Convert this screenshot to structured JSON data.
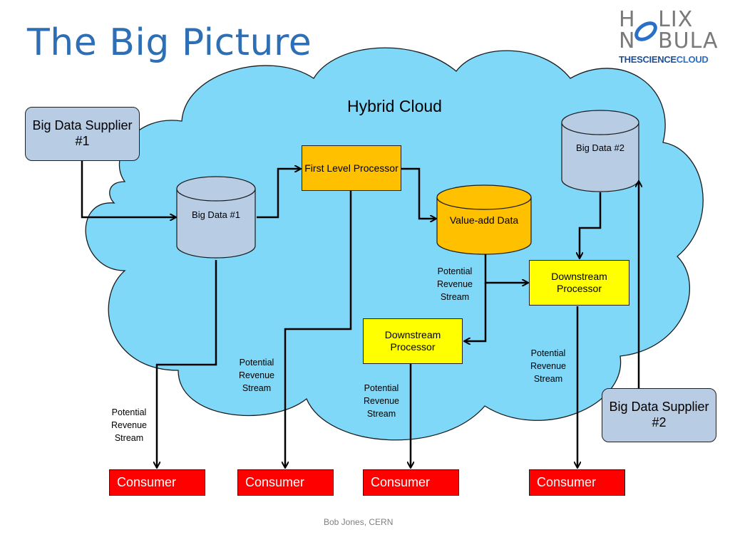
{
  "title": "The Big Picture",
  "logo": {
    "line1": "H   LIX",
    "line2": "N  BULA",
    "tagline_a": "THESCIENCE",
    "tagline_b": "CLOUD"
  },
  "cloud_label": "Hybrid Cloud",
  "suppliers": {
    "s1": "Big Data Supplier #1",
    "s2": "Big Data Supplier #2"
  },
  "stores": {
    "bigdata1": "Big Data #1",
    "bigdata2": "Big Data #2",
    "valueadd": "Value-add Data"
  },
  "processors": {
    "first_level": "First Level Processor",
    "downstream_left": "Downstream Processor",
    "downstream_right": "Downstream Processor"
  },
  "revenue_label": "Potential Revenue Stream",
  "consumer_label": "Consumer",
  "footer": "Bob Jones, CERN",
  "colors": {
    "title": "#2e6eb5",
    "cloud_fill": "#7fd8f8",
    "supplier": "#b8cce4",
    "cylinder": "#b8cce4",
    "orange": "#ffc000",
    "yellow": "#ffff00",
    "consumer": "#ff0000"
  }
}
